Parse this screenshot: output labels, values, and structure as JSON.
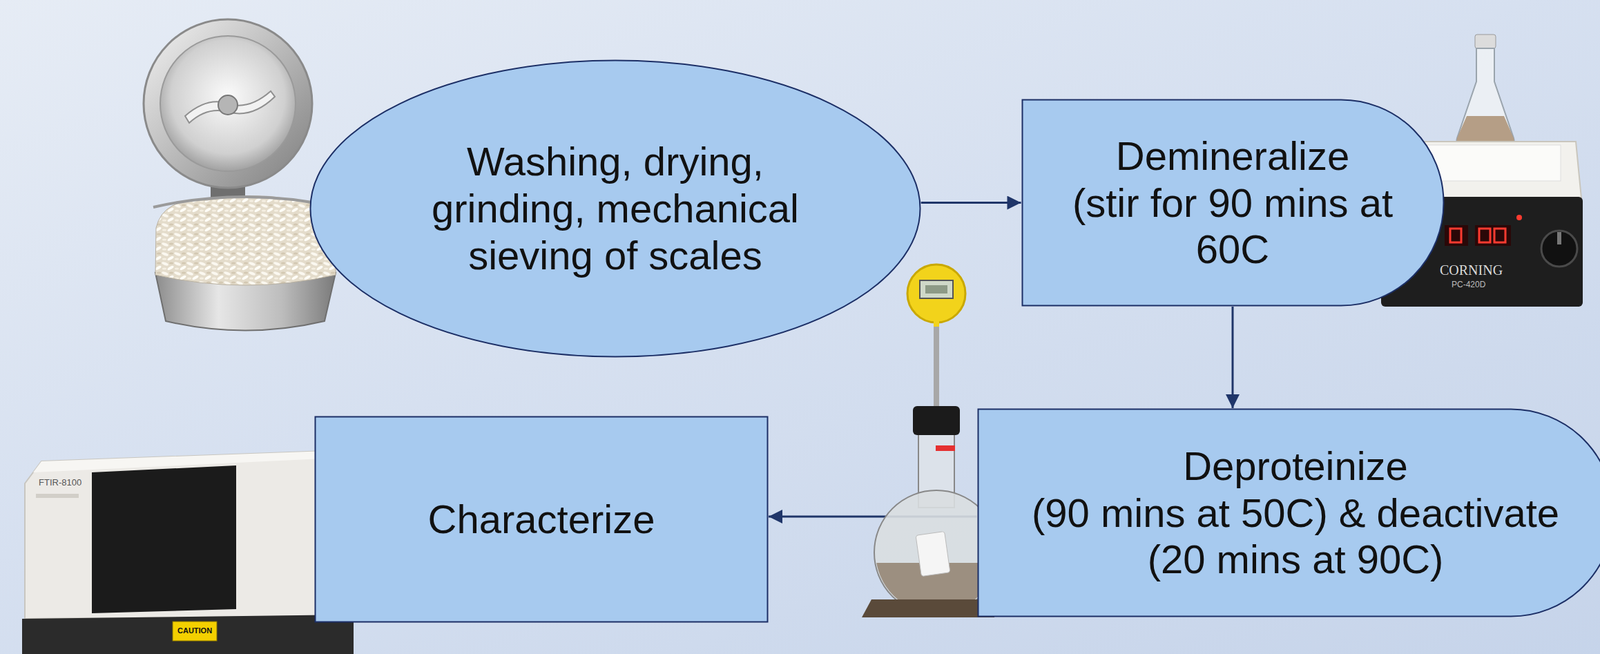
{
  "diagram": {
    "nodes": [
      {
        "text": [
          "Washing, drying, grinding, mechanical sieving of scales"
        ]
      },
      {
        "text": [
          "Demineralize",
          "(stir for 90 mins at 60C"
        ]
      },
      {
        "text": [
          "Deproteinize",
          "(90 mins at 50C) & deactivate (20 mins at 90C)"
        ]
      },
      {
        "text": [
          "Characterize"
        ]
      }
    ],
    "edges": [
      {
        "from": 0,
        "to": 1,
        "arrow": "to"
      },
      {
        "from": 1,
        "to": 2,
        "arrow": "to"
      },
      {
        "from": 2,
        "to": 3,
        "arrow": "to"
      }
    ],
    "labels": [
      "CORNING",
      "PC-420D",
      "FTIR-8100",
      "CAUTION"
    ]
  }
}
